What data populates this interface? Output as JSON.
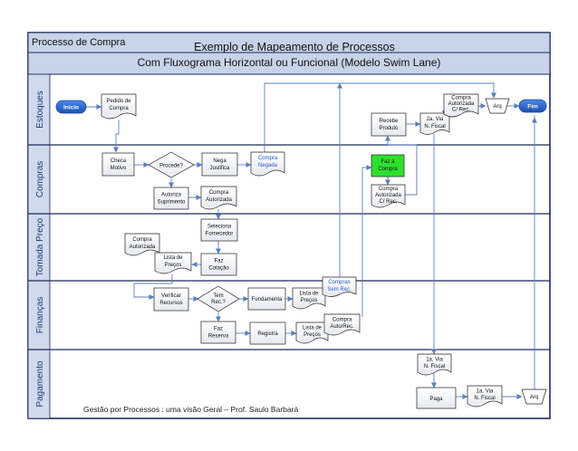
{
  "header": {
    "app_title": "Processo de Compra",
    "title": "Exemplo de Mapeamento de Processos",
    "subtitle": "Com Fluxograma Horizontal ou Funcional (Modelo Swim Lane)"
  },
  "lanes": [
    "Estoques",
    "Compras",
    "Tomada Preço",
    "Finanças",
    "Pagamento"
  ],
  "nodes": {
    "inicio": "Início",
    "pedido_l1": "Pedido de",
    "pedido_l2": "Compra",
    "recebe_l1": "Recebe",
    "recebe_l2": "Produto",
    "via2_l1": "2a. Via",
    "via2_l2": "N. Fiscal",
    "comp_aut_rec_top_l1": "Compra",
    "comp_aut_rec_top_l2": "Autorizada",
    "comp_aut_rec_top_l3": "C/ Rec.",
    "arq_top": "Arq",
    "fim": "Fim",
    "checa_l1": "Checa",
    "checa_l2": "Motivo",
    "procede": "Procede?",
    "nega_l1": "Nega",
    "nega_l2": "Justifica",
    "comp_negada_l1": "Compra",
    "comp_negada_l2": "Negada",
    "faz_compra_l1": "Faz a",
    "faz_compra_l2": "Compra",
    "comp_aut_rec_mid_l1": "Compra",
    "comp_aut_rec_mid_l2": "Autorizada",
    "comp_aut_rec_mid_l3": "C/ Rec.",
    "autoriza_l1": "Autoriza",
    "autoriza_l2": "Suprimento",
    "comp_aut_l1": "Compra",
    "comp_aut_l2": "Autorizada",
    "seleciona_l1": "Seleciona",
    "seleciona_l2": "Fornecedor",
    "comp_aut_tp_l1": "Compra",
    "comp_aut_tp_l2": "Autorizada",
    "lista_precos_tp_l1": "Lista de",
    "lista_precos_tp_l2": "Preços",
    "faz_cotacao_l1": "Faz",
    "faz_cotacao_l2": "Cotação",
    "verificar_l1": "Verificar",
    "verificar_l2": "Recursos",
    "tem_rec_l1": "Tem",
    "tem_rec_l2": "Rec.?",
    "fundamenta": "Fundamenta",
    "lista_precos_f1_l1": "Lista de",
    "lista_precos_f1_l2": "Preços",
    "comp_sem_rec_l1": "Compras",
    "comp_sem_rec_l2": "Sem Rec.",
    "faz_reserva_l1": "Faz",
    "faz_reserva_l2": "Reserva",
    "registra": "Registra",
    "lista_precos_f2_l1": "Lista de",
    "lista_precos_f2_l2": "Preços",
    "comp_auto_rec_l1": "Compra",
    "comp_auto_rec_l2": "Auto/Rec.",
    "via1_top_l1": "1a. Via",
    "via1_top_l2": "N. Fiscal",
    "paga": "Paga",
    "via1_bot_l1": "1a. Via",
    "via1_bot_l2": "N. Fiscal",
    "arq_bot": "Arq"
  },
  "footer": "Gestão por Processos : uma visão Geral – Prof. Saulo Barbará",
  "colors": {
    "frame_border": "#1e2a5a",
    "header_bg": "#c6d3e8",
    "lane_label_bg": "#cfdaec",
    "lane_label_text": "#1e3a7a",
    "start_end_fill": "#1f5fc8",
    "green_box": "#2ee02e",
    "arrow": "#5a7fc0",
    "blue_text": "#1f5fc8"
  }
}
